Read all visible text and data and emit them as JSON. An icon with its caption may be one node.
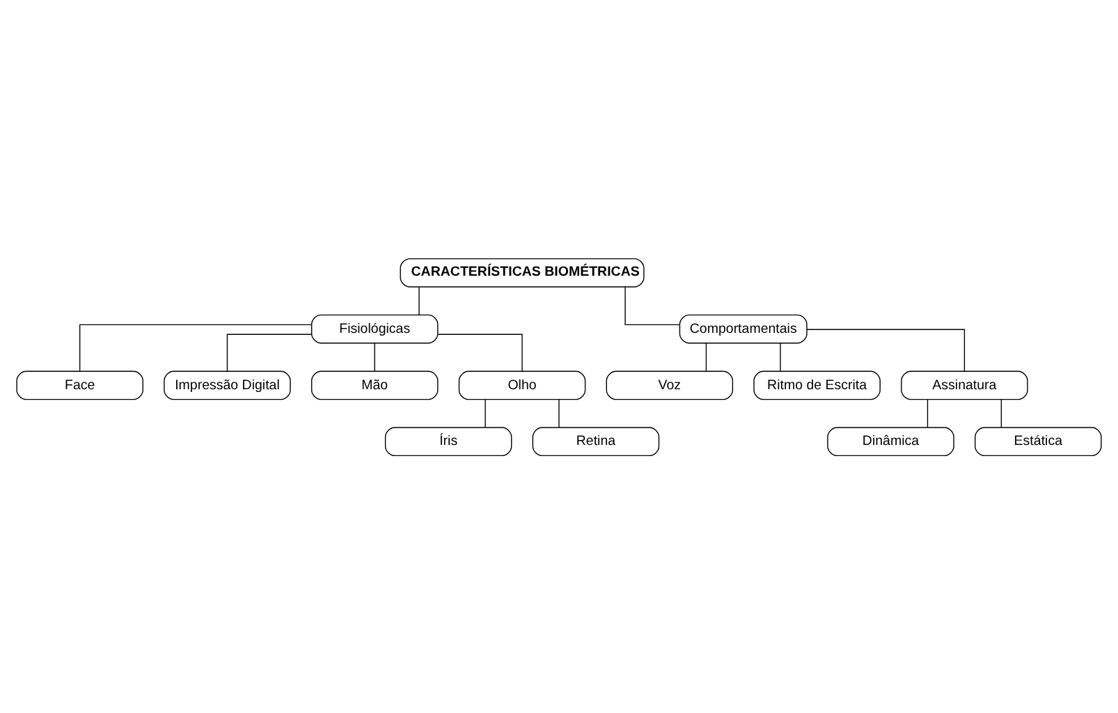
{
  "diagram": {
    "nodes": [
      {
        "text": [
          "CARACTERÍSTICAS BIOMÉTRICAS"
        ]
      },
      {
        "text": [
          "Fisiológicas"
        ]
      },
      {
        "text": [
          "Face"
        ]
      },
      {
        "text": [
          "Impressão Digital"
        ]
      },
      {
        "text": [
          "Mão"
        ]
      },
      {
        "text": [
          "Olho"
        ]
      },
      {
        "text": [
          "Íris"
        ]
      },
      {
        "text": [
          "Retina"
        ]
      },
      {
        "text": [
          "Comportamentais"
        ]
      },
      {
        "text": [
          "Voz"
        ]
      },
      {
        "text": [
          "Ritmo de Escrita"
        ]
      },
      {
        "text": [
          "Assinatura"
        ]
      },
      {
        "text": [
          "Dinâmica"
        ]
      },
      {
        "text": [
          "Estática"
        ]
      }
    ],
    "edges": [
      {
        "from": 0,
        "to": 1,
        "arrow": "none"
      },
      {
        "from": 0,
        "to": 8,
        "arrow": "none"
      },
      {
        "from": 1,
        "to": 2,
        "arrow": "none"
      },
      {
        "from": 1,
        "to": 3,
        "arrow": "none"
      },
      {
        "from": 1,
        "to": 4,
        "arrow": "none"
      },
      {
        "from": 1,
        "to": 5,
        "arrow": "none"
      },
      {
        "from": 5,
        "to": 6,
        "arrow": "none"
      },
      {
        "from": 5,
        "to": 7,
        "arrow": "none"
      },
      {
        "from": 8,
        "to": 9,
        "arrow": "none"
      },
      {
        "from": 8,
        "to": 10,
        "arrow": "none"
      },
      {
        "from": 8,
        "to": 11,
        "arrow": "none"
      },
      {
        "from": 11,
        "to": 12,
        "arrow": "none"
      },
      {
        "from": 11,
        "to": 13,
        "arrow": "none"
      }
    ]
  }
}
